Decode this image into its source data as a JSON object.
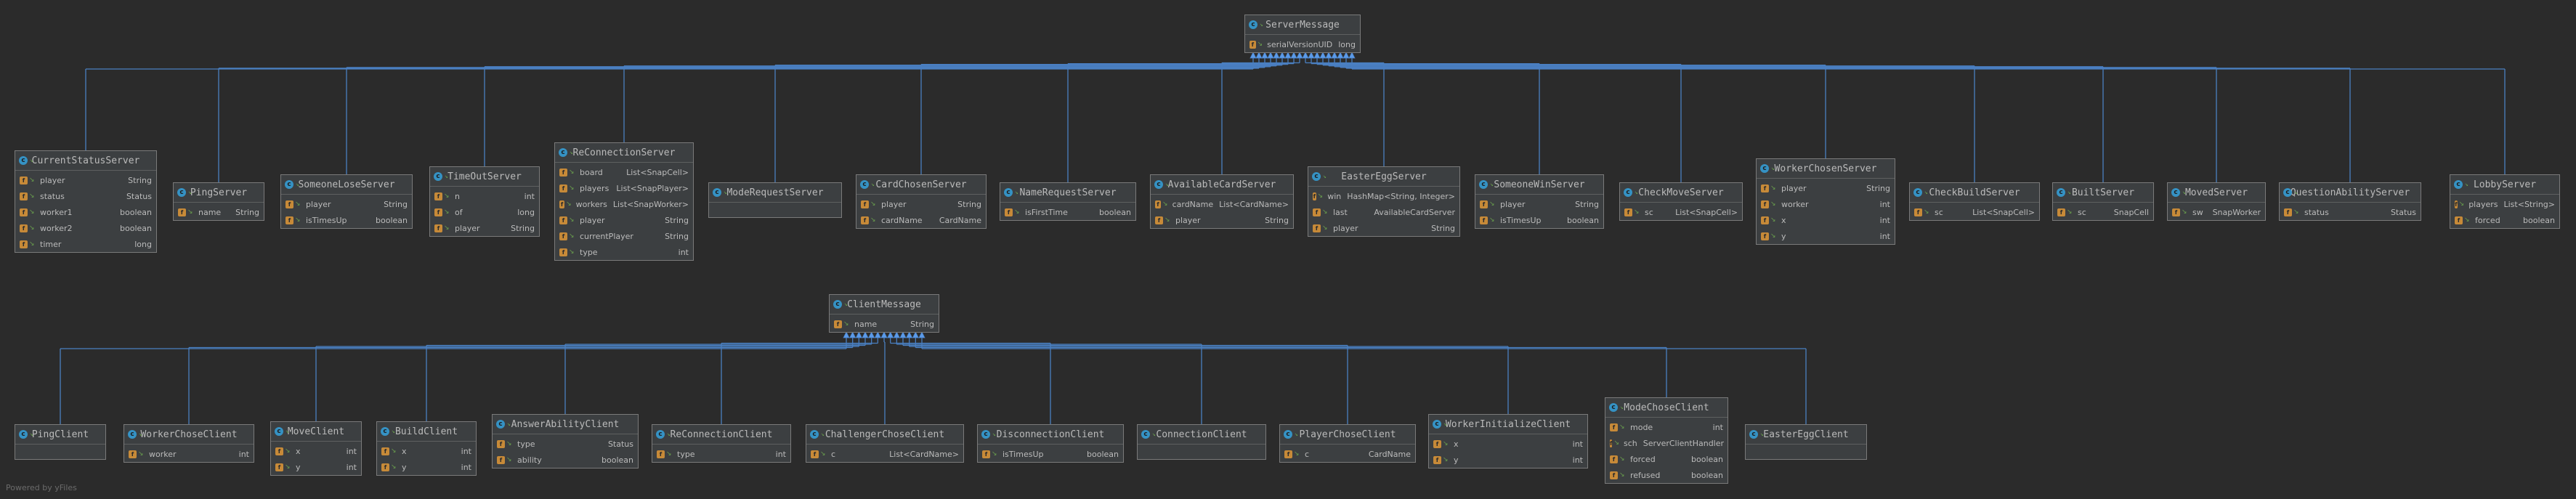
{
  "footer": "Powered by yFiles",
  "server_parent": {
    "name": "ServerMessage",
    "fields": [
      {
        "name": "serialVersionUID",
        "type": "long"
      }
    ]
  },
  "server_children": [
    {
      "name": "CurrentStatusServer",
      "fields": [
        {
          "name": "player",
          "type": "String"
        },
        {
          "name": "status",
          "type": "Status"
        },
        {
          "name": "worker1",
          "type": "boolean"
        },
        {
          "name": "worker2",
          "type": "boolean"
        },
        {
          "name": "timer",
          "type": "long"
        }
      ]
    },
    {
      "name": "PingServer",
      "fields": [
        {
          "name": "name",
          "type": "String"
        }
      ]
    },
    {
      "name": "SomeoneLoseServer",
      "fields": [
        {
          "name": "player",
          "type": "String"
        },
        {
          "name": "isTimesUp",
          "type": "boolean"
        }
      ]
    },
    {
      "name": "TimeOutServer",
      "fields": [
        {
          "name": "n",
          "type": "int"
        },
        {
          "name": "of",
          "type": "long"
        },
        {
          "name": "player",
          "type": "String"
        }
      ]
    },
    {
      "name": "ReConnectionServer",
      "fields": [
        {
          "name": "board",
          "type": "List<SnapCell>"
        },
        {
          "name": "players",
          "type": "List<SnapPlayer>"
        },
        {
          "name": "workers",
          "type": "List<SnapWorker>"
        },
        {
          "name": "player",
          "type": "String"
        },
        {
          "name": "currentPlayer",
          "type": "String"
        },
        {
          "name": "type",
          "type": "int"
        }
      ]
    },
    {
      "name": "ModeRequestServer",
      "fields": []
    },
    {
      "name": "CardChosenServer",
      "fields": [
        {
          "name": "player",
          "type": "String"
        },
        {
          "name": "cardName",
          "type": "CardName"
        }
      ]
    },
    {
      "name": "NameRequestServer",
      "fields": [
        {
          "name": "isFirstTime",
          "type": "boolean"
        }
      ]
    },
    {
      "name": "AvailableCardServer",
      "fields": [
        {
          "name": "cardName",
          "type": "List<CardName>"
        },
        {
          "name": "player",
          "type": "String"
        }
      ]
    },
    {
      "name": "EasterEggServer",
      "fields": [
        {
          "name": "win",
          "type": "HashMap<String, Integer>"
        },
        {
          "name": "last",
          "type": "AvailableCardServer"
        },
        {
          "name": "player",
          "type": "String"
        }
      ]
    },
    {
      "name": "SomeoneWinServer",
      "fields": [
        {
          "name": "player",
          "type": "String"
        },
        {
          "name": "isTimesUp",
          "type": "boolean"
        }
      ]
    },
    {
      "name": "CheckMoveServer",
      "fields": [
        {
          "name": "sc",
          "type": "List<SnapCell>"
        }
      ]
    },
    {
      "name": "WorkerChosenServer",
      "fields": [
        {
          "name": "player",
          "type": "String"
        },
        {
          "name": "worker",
          "type": "int"
        },
        {
          "name": "x",
          "type": "int"
        },
        {
          "name": "y",
          "type": "int"
        }
      ]
    },
    {
      "name": "CheckBuildServer",
      "fields": [
        {
          "name": "sc",
          "type": "List<SnapCell>"
        }
      ]
    },
    {
      "name": "BuiltServer",
      "fields": [
        {
          "name": "sc",
          "type": "SnapCell"
        }
      ]
    },
    {
      "name": "MovedServer",
      "fields": [
        {
          "name": "sw",
          "type": "SnapWorker"
        }
      ]
    },
    {
      "name": "QuestionAbilityServer",
      "fields": [
        {
          "name": "status",
          "type": "Status"
        }
      ]
    },
    {
      "name": "LobbyServer",
      "fields": [
        {
          "name": "players",
          "type": "List<String>"
        },
        {
          "name": "forced",
          "type": "boolean"
        }
      ]
    }
  ],
  "client_parent": {
    "name": "ClientMessage",
    "fields": [
      {
        "name": "name",
        "type": "String"
      }
    ]
  },
  "client_children": [
    {
      "name": "PingClient",
      "fields": []
    },
    {
      "name": "WorkerChoseClient",
      "fields": [
        {
          "name": "worker",
          "type": "int"
        }
      ]
    },
    {
      "name": "MoveClient",
      "fields": [
        {
          "name": "x",
          "type": "int"
        },
        {
          "name": "y",
          "type": "int"
        }
      ]
    },
    {
      "name": "BuildClient",
      "fields": [
        {
          "name": "x",
          "type": "int"
        },
        {
          "name": "y",
          "type": "int"
        }
      ]
    },
    {
      "name": "AnswerAbilityClient",
      "fields": [
        {
          "name": "type",
          "type": "Status"
        },
        {
          "name": "ability",
          "type": "boolean"
        }
      ]
    },
    {
      "name": "ReConnectionClient",
      "fields": [
        {
          "name": "type",
          "type": "int"
        }
      ]
    },
    {
      "name": "ChallengerChoseClient",
      "fields": [
        {
          "name": "c",
          "type": "List<CardName>"
        }
      ]
    },
    {
      "name": "DisconnectionClient",
      "fields": [
        {
          "name": "isTimesUp",
          "type": "boolean"
        }
      ]
    },
    {
      "name": "ConnectionClient",
      "fields": []
    },
    {
      "name": "PlayerChoseClient",
      "fields": [
        {
          "name": "c",
          "type": "CardName"
        }
      ]
    },
    {
      "name": "WorkerInitializeClient",
      "fields": [
        {
          "name": "x",
          "type": "int"
        },
        {
          "name": "y",
          "type": "int"
        }
      ]
    },
    {
      "name": "ModeChoseClient",
      "fields": [
        {
          "name": "mode",
          "type": "int"
        },
        {
          "name": "sch",
          "type": "ServerClientHandler"
        },
        {
          "name": "forced",
          "type": "boolean"
        },
        {
          "name": "refused",
          "type": "boolean"
        }
      ]
    },
    {
      "name": "EasterEggClient",
      "fields": []
    }
  ]
}
